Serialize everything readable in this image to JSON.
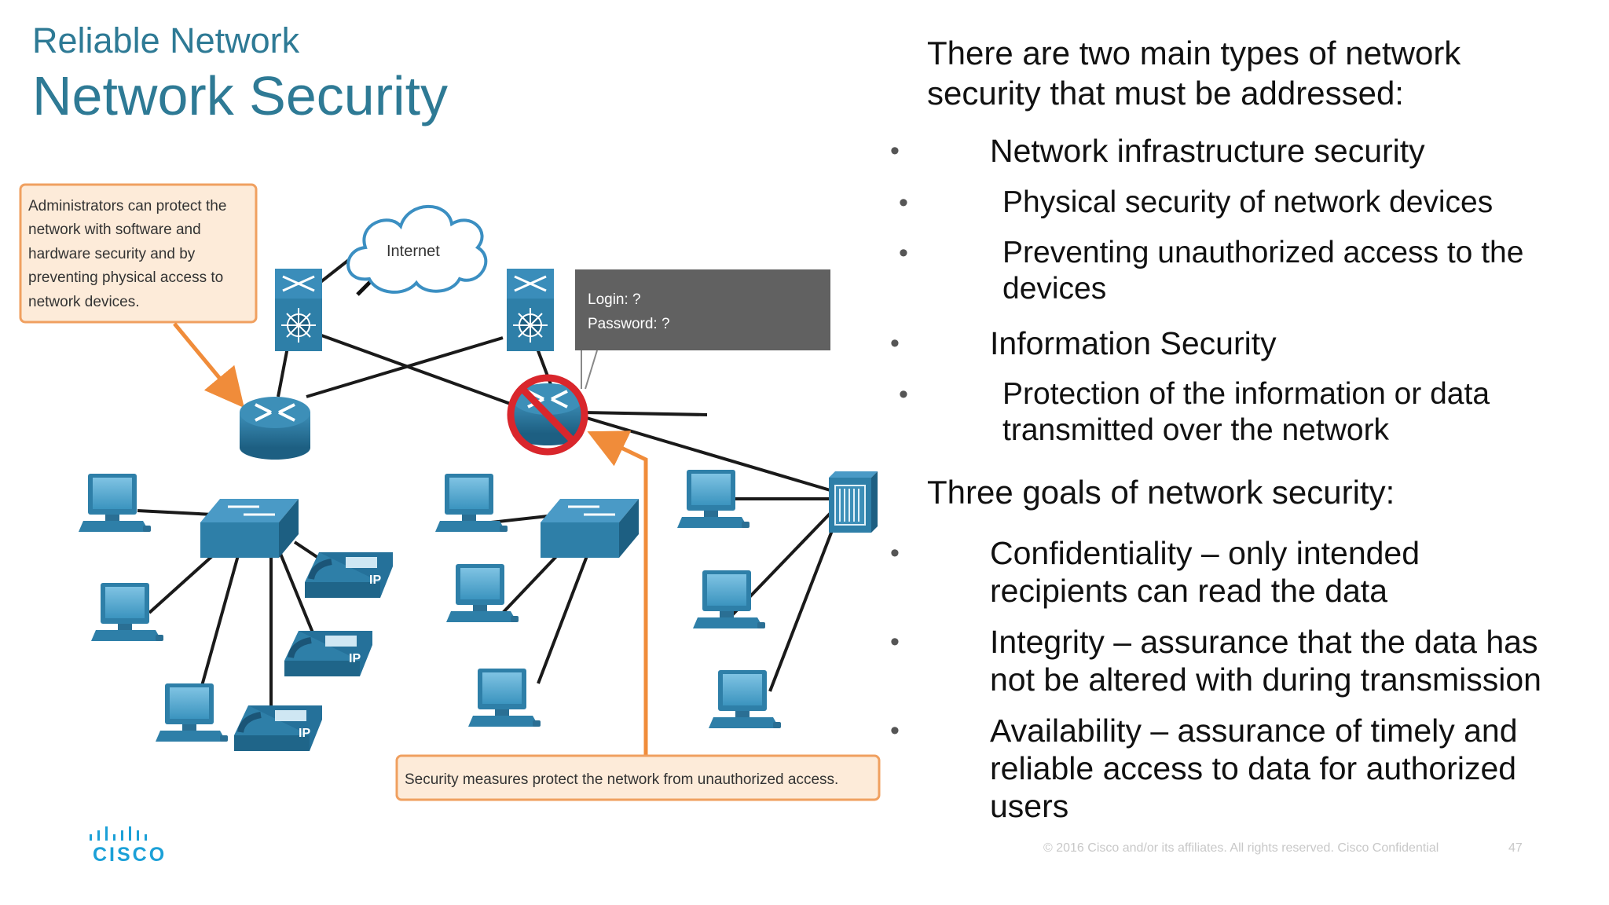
{
  "header": {
    "subtitle": "Reliable Network",
    "title": "Network Security"
  },
  "diagram": {
    "callout_admin": [
      "Administrators can protect the",
      "network with software and",
      "hardware security and by",
      "preventing physical access to",
      "network devices."
    ],
    "cloud_label": "Internet",
    "login_box": [
      "Login: ?",
      "Password: ?"
    ],
    "callout_security": "Security measures protect the network from unauthorized access.",
    "phone_label": "IP"
  },
  "content": {
    "intro": "There are two main types of network security that must be addressed:",
    "types": [
      {
        "label": "Network infrastructure security",
        "level": 1
      },
      {
        "label": "Physical security of network devices",
        "level": 2
      },
      {
        "label": "Preventing unauthorized access to the devices",
        "level": 2
      },
      {
        "label": "Information Security",
        "level": 1
      },
      {
        "label": "Protection of the information or data transmitted over the network",
        "level": 2
      }
    ],
    "goals_heading": "Three goals of network security:",
    "goals": [
      {
        "label": "Confidentiality – only intended recipients can read the data"
      },
      {
        "label": "Integrity – assurance that the data has not be altered with during transmission"
      },
      {
        "label": "Availability – assurance of timely and reliable access to data for authorized users"
      }
    ]
  },
  "footer": {
    "copyright": "© 2016  Cisco and/or its affiliates. All rights reserved.   Cisco Confidential",
    "page_number": "47",
    "logo_text": "CISCO"
  },
  "colors": {
    "title": "#2e7a95",
    "device_blue": "#2e7fa8",
    "callout_border": "#f0a060",
    "callout_fill": "#fdebd9",
    "arrow_orange": "#f08c3a",
    "prohibit_red": "#d9262c",
    "cisco_blue": "#1ba0d7"
  }
}
